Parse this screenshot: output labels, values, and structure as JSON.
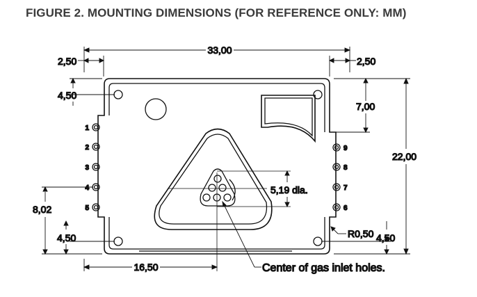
{
  "title": "FIGURE 2. MOUNTING DIMENSIONS (FOR REFERENCE ONLY: MM)",
  "dimensions": {
    "overall_width": "33,00",
    "left_margin": "2,50",
    "right_margin": "2,50",
    "top_left_offset": "4,50",
    "top_right_slot": "7,00",
    "overall_height": "22,00",
    "gas_hole_dia": "5,19 dia.",
    "left_pin_height": "8,02",
    "bottom_left_offset": "4,50",
    "corner_radius": "R0,50",
    "bottom_right_offset": "4,50",
    "center_offset": "16,50"
  },
  "pins_left": [
    "1",
    "2",
    "3",
    "4",
    "5"
  ],
  "pins_right": [
    "9",
    "8",
    "7",
    "6"
  ],
  "note": "Center of gas inlet holes.",
  "colors": {
    "line": "#111111",
    "text": "#222222",
    "title": "#3b3b3b"
  }
}
